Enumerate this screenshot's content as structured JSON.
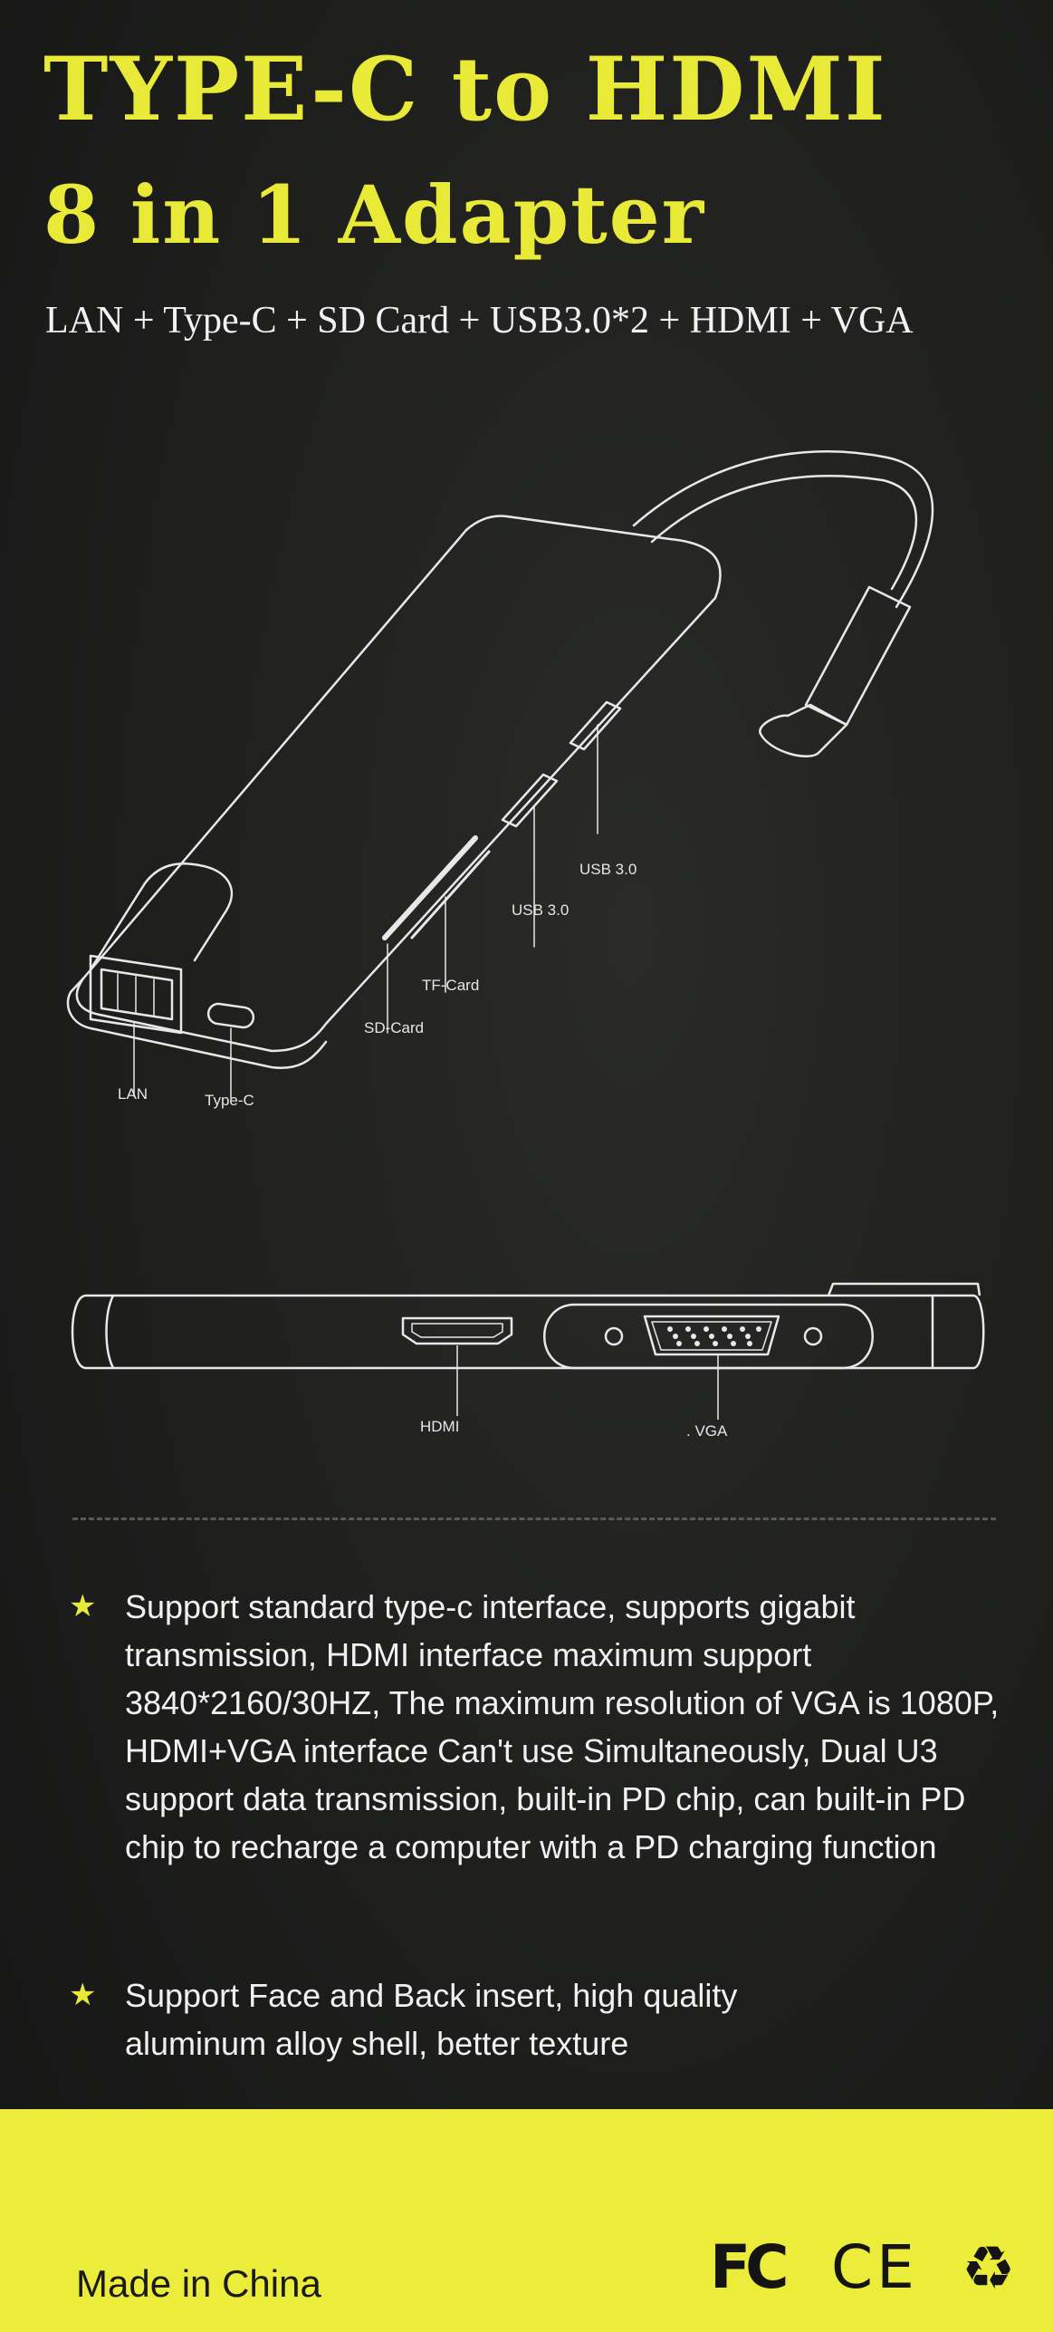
{
  "title": {
    "line1": "TYPE-C to HDMI",
    "line2": "8 in 1 Adapter",
    "subtitle": "LAN + Type-C + SD Card + USB3.0*2 + HDMI + VGA"
  },
  "ports_top_view": {
    "usb1": "USB 3.0",
    "usb2": "USB 3.0",
    "tf_card": "TF-Card",
    "sd_card": "SD-Card",
    "lan": "LAN",
    "type_c": "Type-C"
  },
  "ports_side_view": {
    "hdmi": "HDMI",
    "vga": ". VGA"
  },
  "features": [
    "Support standard type-c interface, supports gigabit transmission, HDMI interface maximum support 3840*2160/30HZ, The maximum resolution of VGA is 1080P, HDMI+VGA interface Can't use Simultaneously, Dual U3 support data transmission, built-in PD chip, can built-in PD chip to recharge a computer with a PD charging function",
    "Support Face and Back insert, high quality aluminum alloy shell, better texture"
  ],
  "footer": {
    "made_in": "Made in China",
    "cert_fc": "FC",
    "cert_ce": "CE"
  },
  "colors": {
    "title_yellow": "#e9ea38",
    "background": "#1e1f1d",
    "footer_yellow": "#ecec3b"
  },
  "icons": [
    "fc-certification-logo",
    "ce-certification-logo",
    "recycle-icon",
    "star-bullet-icon"
  ]
}
